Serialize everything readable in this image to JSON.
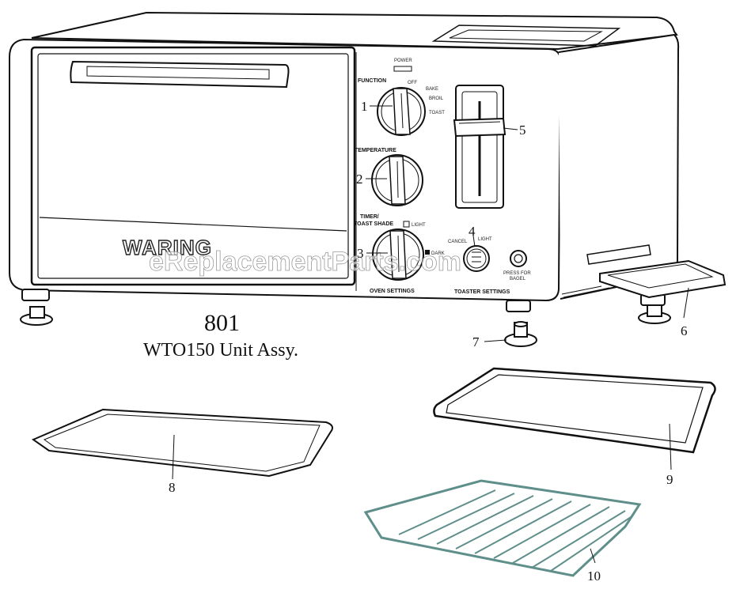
{
  "assembly": {
    "part_number": "801",
    "description": "WTO150 Unit Assy."
  },
  "brand": "WARING",
  "watermark": "eReplacementParts.com",
  "panel": {
    "power": "POWER",
    "function": "FUNCTION",
    "function_off": "OFF",
    "function_bake": "BAKE",
    "function_broil": "BROIL",
    "function_toast": "TOAST",
    "temperature": "TEMPERATURE",
    "timer_line1": "TIMER/",
    "timer_line2": "TOAST SHADE",
    "light": "LIGHT",
    "dark": "DARK",
    "cancel": "CANCEL",
    "toaster_light": "LIGHT",
    "press_line1": "PRESS FOR",
    "press_line2": "BAGEL",
    "oven_settings": "OVEN SETTINGS",
    "toaster_settings": "TOASTER SETTINGS"
  },
  "callouts": [
    "1",
    "2",
    "3",
    "4",
    "5",
    "6",
    "7",
    "8",
    "9",
    "10"
  ],
  "colors": {
    "line": "#111111",
    "rack": "#5f8f8a"
  }
}
